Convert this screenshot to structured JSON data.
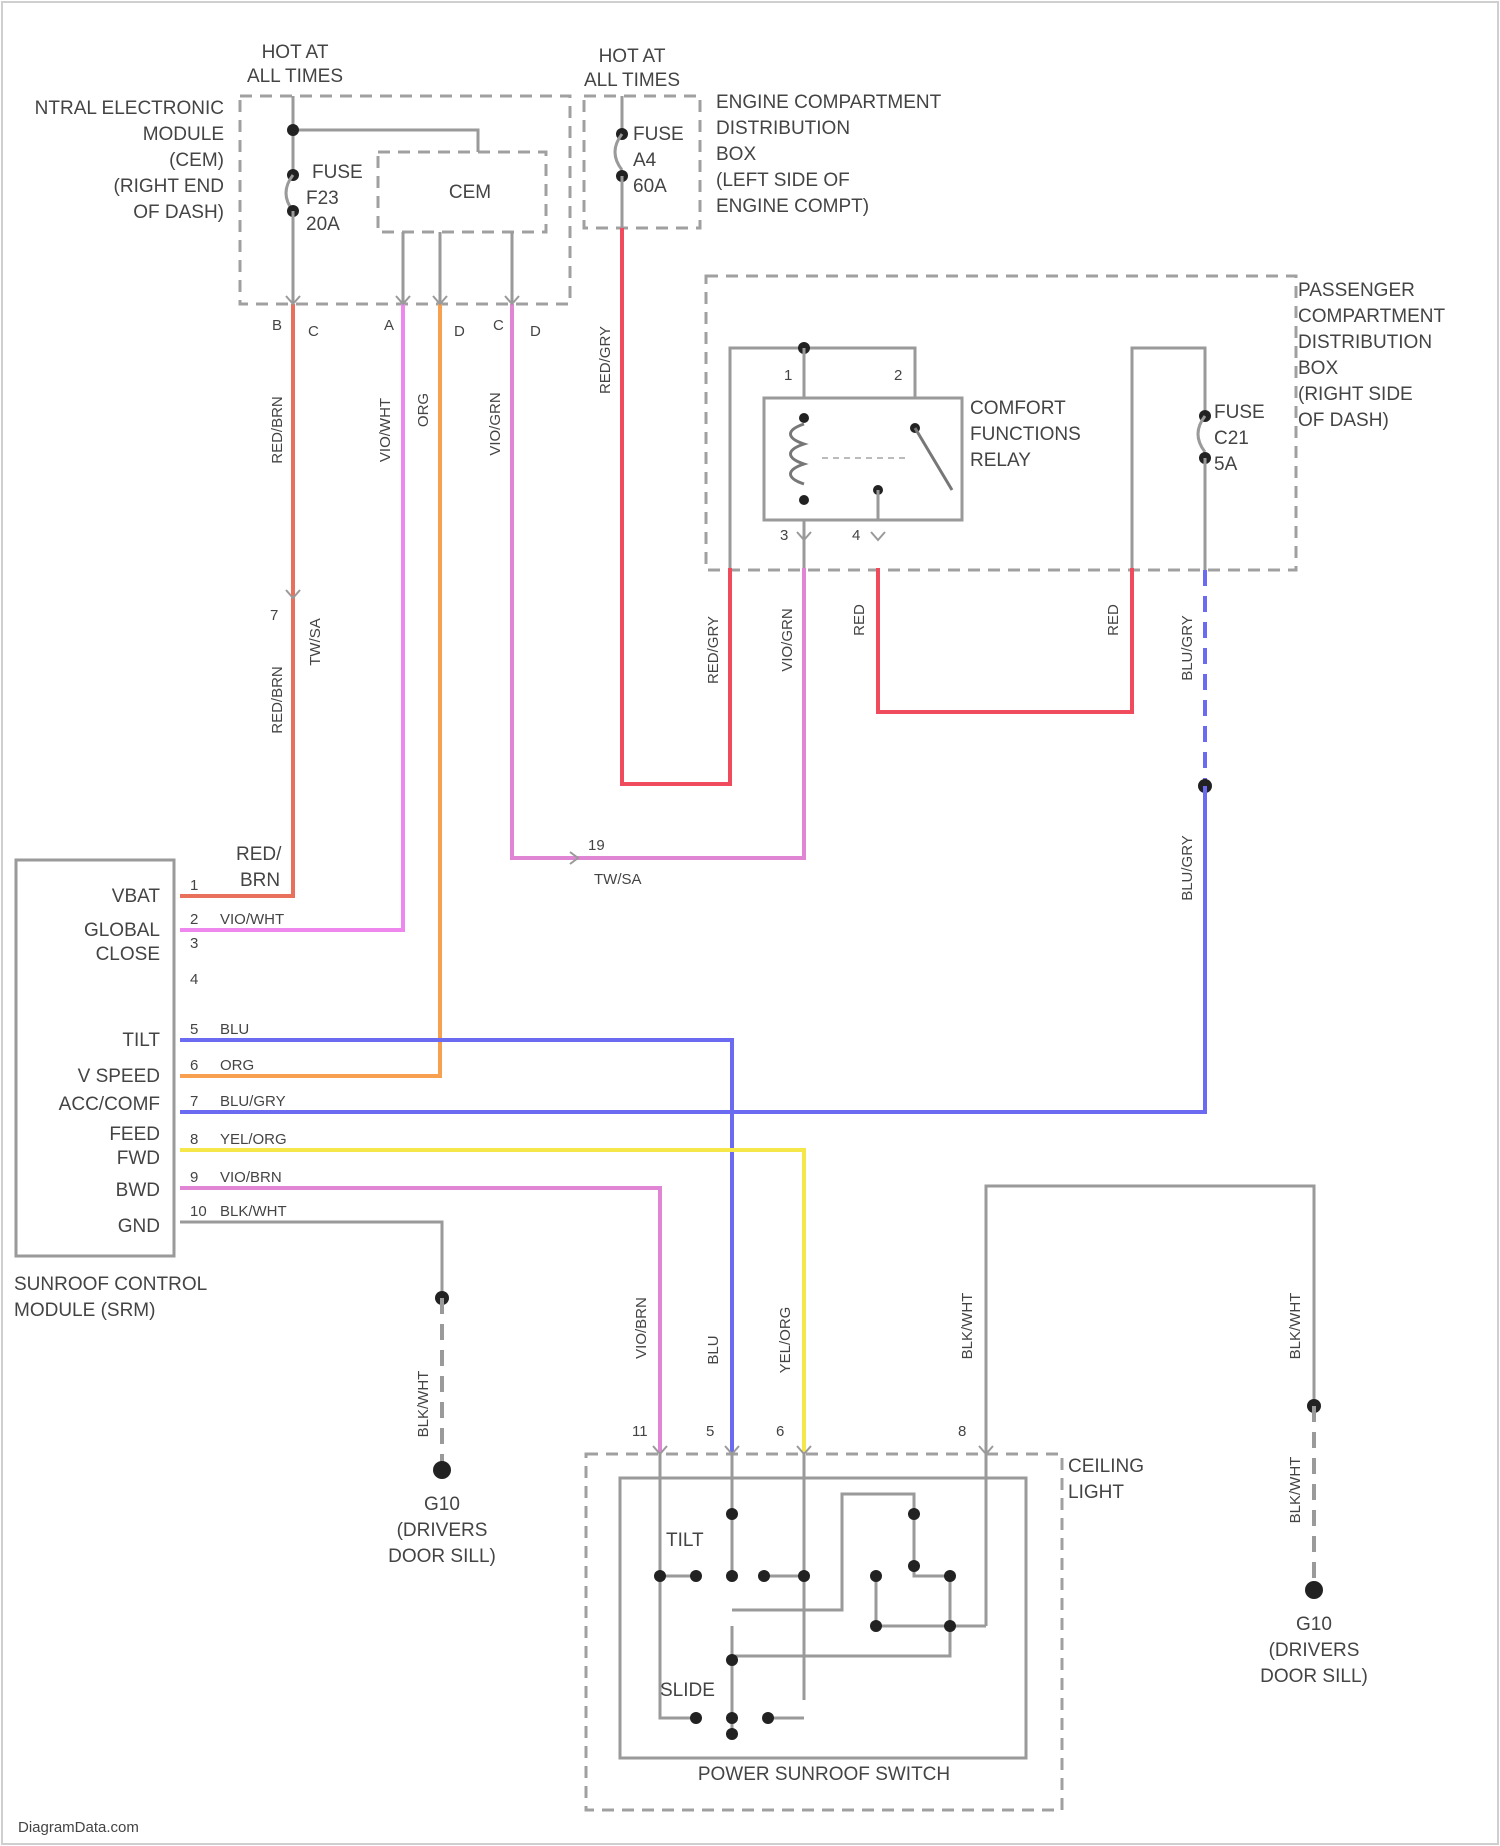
{
  "colors": {
    "red_brn": "#e9705a",
    "red": "#ef4b5c",
    "violet": "#ee88ee",
    "orange": "#f7a050",
    "blue": "#6b6bf2",
    "yellow": "#f5e64a",
    "violet_brn": "#e084d4",
    "gray": "#9a9a9a"
  },
  "top": {
    "hot1": [
      "HOT AT",
      "ALL TIMES"
    ],
    "hot2": [
      "HOT AT",
      "ALL TIMES"
    ],
    "cem_label": [
      "NTRAL ELECTRONIC",
      "MODULE",
      "(CEM)",
      "(RIGHT END",
      "OF DASH)"
    ],
    "cem_box": "CEM",
    "fuse1": [
      "FUSE",
      "F23",
      "20A"
    ],
    "fuse2": [
      "FUSE",
      "A4",
      "60A"
    ],
    "ecdb_label": [
      "ENGINE COMPARTMENT",
      "DISTRIBUTION",
      "BOX",
      "(LEFT SIDE OF",
      "ENGINE COMPT)"
    ],
    "cem_pins": [
      "B",
      "C",
      "A",
      "D",
      "C",
      "D"
    ]
  },
  "pcdb": {
    "label": [
      "PASSENGER",
      "COMPARTMENT",
      "DISTRIBUTION",
      "BOX",
      "(RIGHT SIDE",
      "OF DASH)"
    ],
    "relay_label": [
      "COMFORT",
      "FUNCTIONS",
      "RELAY"
    ],
    "fuse": [
      "FUSE",
      "C21",
      "5A"
    ],
    "relay_pins": [
      "1",
      "2",
      "3",
      "4"
    ]
  },
  "wires": {
    "red_brn": "RED/BRN",
    "vio_wht": "VIO/WHT",
    "org": "ORG",
    "vio_grn": "VIO/GRN",
    "red_gry": "RED/GRY",
    "red": "RED",
    "blu_gry": "BLU/GRY",
    "vio_brn": "VIO/BRN",
    "blu": "BLU",
    "yel_org": "YEL/ORG",
    "blk_wht": "BLK/WHT",
    "twsa": "TW/SA",
    "splice": "7",
    "splice2": "19"
  },
  "sunroof_module": {
    "pins": [
      {
        "name": "VBAT",
        "num": "1",
        "wire": "RED/"
      },
      {
        "name": "GLOBAL",
        "num": "2",
        "wire": "VIO/WHT"
      },
      {
        "name": "CLOSE",
        "num": "3",
        "wire": ""
      },
      {
        "name": "",
        "num": "4",
        "wire": ""
      },
      {
        "name": "TILT",
        "num": "5",
        "wire": "BLU"
      },
      {
        "name": "V SPEED",
        "num": "6",
        "wire": "ORG"
      },
      {
        "name": "ACC/COMF",
        "num": "7",
        "wire": "BLU/GRY"
      },
      {
        "name": "FEED",
        "num": "8",
        "wire": "YEL/ORG"
      },
      {
        "name": "FWD",
        "num": "9",
        "wire": "VIO/BRN"
      },
      {
        "name": "BWD",
        "num": "10",
        "wire": "BLK/WHT"
      },
      {
        "name": "GND",
        "num": "",
        "wire": ""
      }
    ],
    "brn": "BRN",
    "label": [
      "SUNROOF CONTROL",
      "MODULE (SRM)"
    ]
  },
  "switch": {
    "tilt": "TILT",
    "slide": "SLIDE",
    "label": "POWER SUNROOF SWITCH",
    "pins": [
      "11",
      "5",
      "6",
      "8"
    ],
    "ceiling": [
      "CEILING",
      "LIGHT"
    ]
  },
  "grounds": {
    "g1": [
      "G10",
      "(DRIVERS",
      "DOOR SILL)"
    ],
    "g2": [
      "G10",
      "(DRIVERS",
      "DOOR SILL)"
    ]
  },
  "watermark": "DiagramData.com"
}
